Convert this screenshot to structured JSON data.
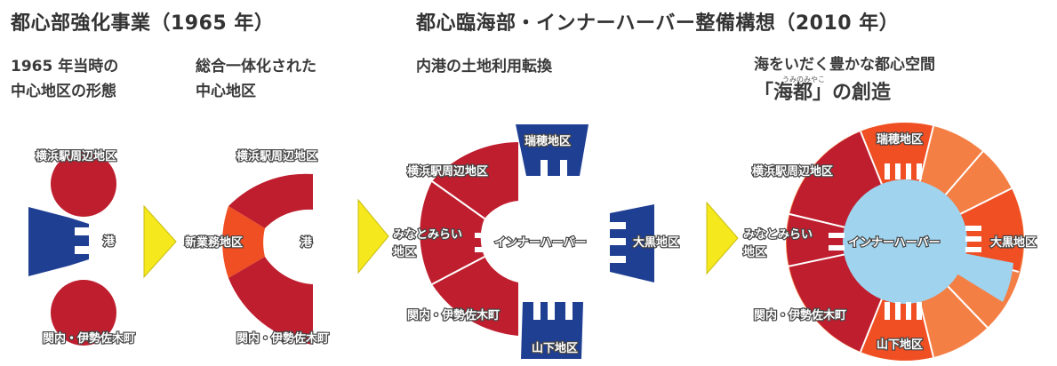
{
  "titles": {
    "left": "都心部強化事業（1965 年）",
    "right": "都心臨海部・インナーハーバー整備構想（2010 年）"
  },
  "subtitles": {
    "p1_line1": "1965 年当時の",
    "p1_line2": "中心地区の形態",
    "p2_line1": "総合一体化された",
    "p2_line2": "中心地区",
    "p3": "内港の土地利用転換",
    "p4_line1": "海をいだく豊かな都心空間",
    "p4_ruby": "うみのみやこ",
    "p4_line2": "「海都」の創造"
  },
  "labels": {
    "yokohama_station": "横浜駅周辺地区",
    "kannai": "関内・伊勢佐木町",
    "port": "港",
    "new_business": "新業務地区",
    "minatomirai_1": "みなとみらい",
    "minatomirai_2": "地区",
    "inner_harbor": "インナーハーバー",
    "mizuho": "瑞穂地区",
    "daikoku": "大黒地区",
    "yamashita": "山下地区"
  },
  "colors": {
    "red": "#bf1e2e",
    "orange": "#f04e23",
    "light_orange": "#f47f45",
    "blue": "#1f3f93",
    "light_blue": "#9fd3ee",
    "arrow": "#f5e81c",
    "label_outline": "#444444"
  }
}
